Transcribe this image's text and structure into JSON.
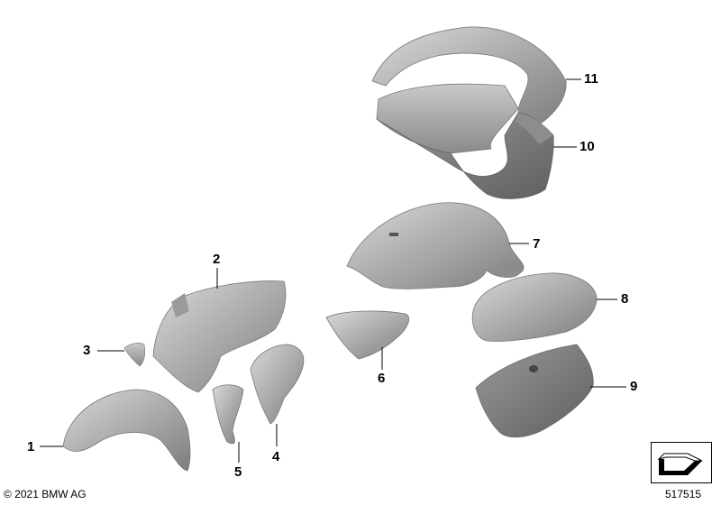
{
  "parts": [
    {
      "id": "part-1",
      "number": "1"
    },
    {
      "id": "part-2",
      "number": "2"
    },
    {
      "id": "part-3",
      "number": "3"
    },
    {
      "id": "part-4",
      "number": "4"
    },
    {
      "id": "part-5",
      "number": "5"
    },
    {
      "id": "part-6",
      "number": "6"
    },
    {
      "id": "part-7",
      "number": "7"
    },
    {
      "id": "part-8",
      "number": "8"
    },
    {
      "id": "part-9",
      "number": "9"
    },
    {
      "id": "part-10",
      "number": "10"
    },
    {
      "id": "part-11",
      "number": "11"
    }
  ],
  "footer": {
    "copyright": "© 2021 BMW AG",
    "diagram_number": "517515"
  },
  "colors": {
    "part_fill": "#a9a9a9",
    "part_dark": "#7c7c7c",
    "part_light": "#cfcfcf",
    "leader_line": "#000000"
  },
  "icons": {
    "navigation": "arrow-navigation-icon"
  }
}
